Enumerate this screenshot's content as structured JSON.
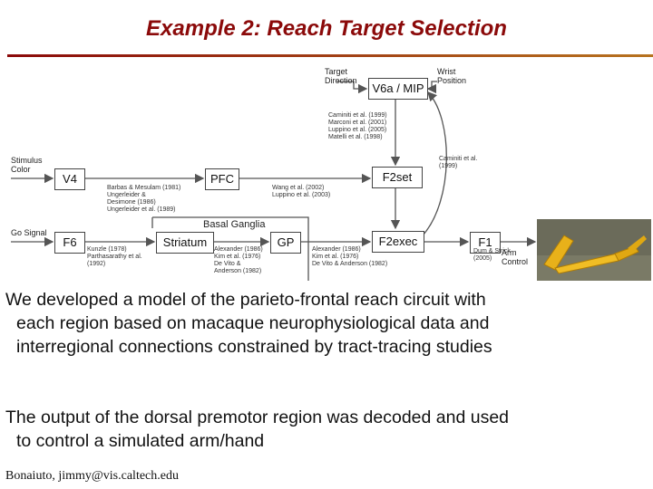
{
  "slide": {
    "title": "Example 2: Reach Target Selection",
    "paragraph1_line1": "We developed a model of the parieto-frontal reach circuit with",
    "paragraph1_line2": "each region based on macaque neurophysiological data and",
    "paragraph1_line3": "interregional connections constrained by tract-tracing studies",
    "paragraph2_line1": "The output of the dorsal premotor region was decoded and used",
    "paragraph2_line2": "to control a simulated arm/hand",
    "footer": "Bonaiuto, jimmy@vis.caltech.edu"
  },
  "diagram": {
    "nodes": {
      "v6a": "V6a / MIP",
      "v4": "V4",
      "pfc": "PFC",
      "f2set": "F2set",
      "f6": "F6",
      "striatum": "Striatum",
      "gp": "GP",
      "f2exec": "F2exec",
      "f1": "F1"
    },
    "group_label": "Basal Ganglia",
    "inputs": {
      "target_line1": "Target",
      "target_line2": "Direction",
      "wrist_line1": "Wrist",
      "wrist_line2": "Position",
      "stimulus_line1": "Stimulus",
      "stimulus_line2": "Color",
      "go": "Go Signal",
      "arm_line1": "Arm",
      "arm_line2": "Control"
    },
    "citations": {
      "v6a_f2set": [
        "Caminiti et al. (1999)",
        "Marconi et al. (2001)",
        "Luppino et al. (2005)",
        "Matelli et al. (1998)"
      ],
      "f2exec_v6a": [
        "Caminiti et al.",
        "(1999)"
      ],
      "v4_pfc": [
        "Barbas & Mesulam (1981)",
        "Ungerleider &",
        "Desimone (1986)",
        "Ungerleider et al. (1989)"
      ],
      "pfc_f2set": [
        "Wang et al. (2002)",
        "Luppino et al. (2003)"
      ],
      "f6_striatum": [
        "Kunzle (1978)",
        "Parthasarathy et al.",
        "(1992)"
      ],
      "striatum_gp": [
        "Alexander (1986)",
        "Kim et al. (1976)",
        "De Vito &",
        "Anderson (1982)"
      ],
      "gp_f2exec": [
        "Alexander (1986)",
        "Kim et al. (1976)",
        "De Vito & Anderson (1982)"
      ],
      "f2exec_f1": [
        "Dum & Strick",
        "(2005)"
      ]
    }
  }
}
